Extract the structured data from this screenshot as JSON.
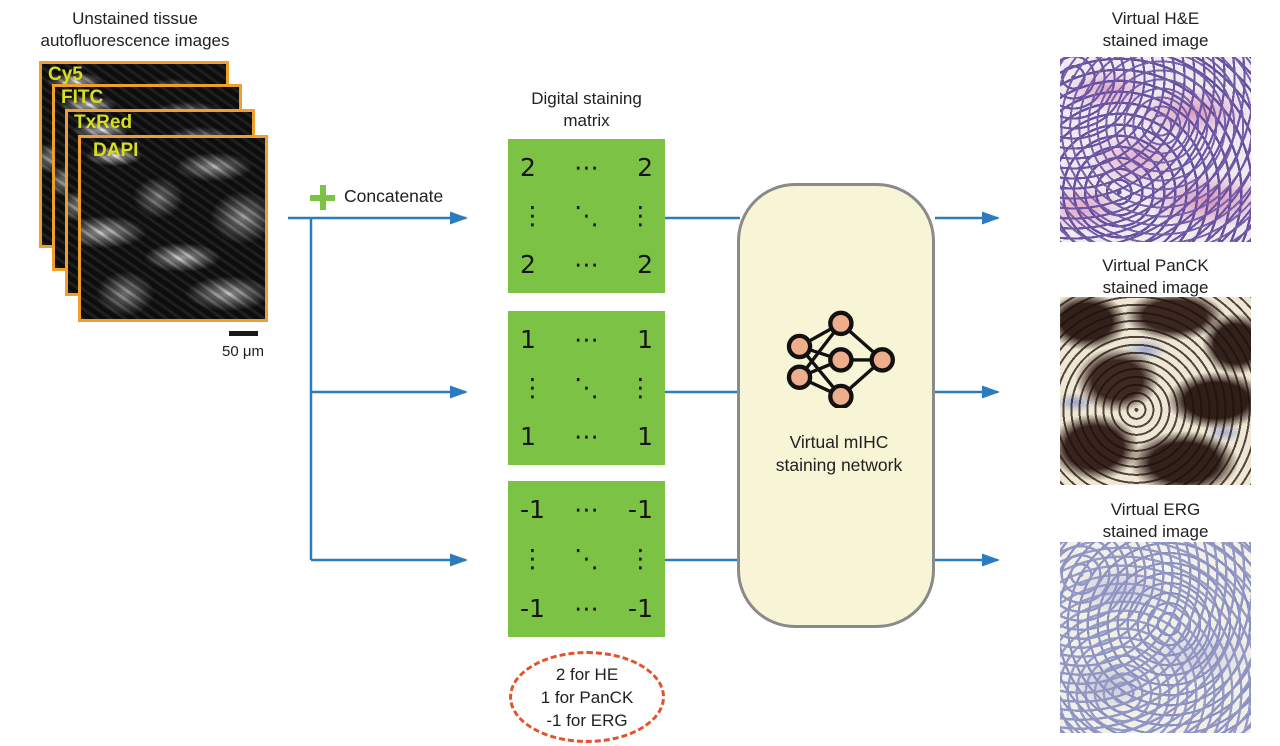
{
  "colors": {
    "green": "#7cc244",
    "blue": "#2b7cbe",
    "orange": "#efa02c",
    "label-yellow": "#d6df22",
    "cream": "#f8f4d6",
    "box-border": "#8a8a8a",
    "node-fill": "#efae8b",
    "red-dash": "#e4512b",
    "text": "#212121"
  },
  "left_panel": {
    "title": "Unstained tissue autofluorescence images",
    "channels": [
      "Cy5",
      "FITC",
      "TxRed",
      "DAPI"
    ],
    "scale_bar_label": "50 μm"
  },
  "concatenate": {
    "label": "Concatenate"
  },
  "staining_matrix": {
    "title": "Digital staining matrix",
    "matrices": [
      {
        "name": "he-matrix",
        "cells": [
          [
            "2",
            "⋯",
            "2"
          ],
          [
            "⋮",
            "⋱",
            "⋮"
          ],
          [
            "2",
            "⋯",
            "2"
          ]
        ]
      },
      {
        "name": "panck-matrix",
        "cells": [
          [
            "1",
            "⋯",
            "1"
          ],
          [
            "⋮",
            "⋱",
            "⋮"
          ],
          [
            "1",
            "⋯",
            "1"
          ]
        ]
      },
      {
        "name": "erg-matrix",
        "cells": [
          [
            "-1",
            "⋯",
            "-1"
          ],
          [
            "⋮",
            "⋱",
            "⋮"
          ],
          [
            "-1",
            "⋯",
            "-1"
          ]
        ]
      }
    ],
    "legend": {
      "lines": [
        "2 for HE",
        "1 for PanCK",
        "-1 for ERG"
      ]
    }
  },
  "network": {
    "label": "Virtual mIHC staining network"
  },
  "outputs": [
    {
      "title_line1": "Virtual H&E",
      "title_line2": "stained image"
    },
    {
      "title_line1": "Virtual PanCK",
      "title_line2": "stained image"
    },
    {
      "title_line1": "Virtual ERG",
      "title_line2": "stained image"
    }
  ]
}
